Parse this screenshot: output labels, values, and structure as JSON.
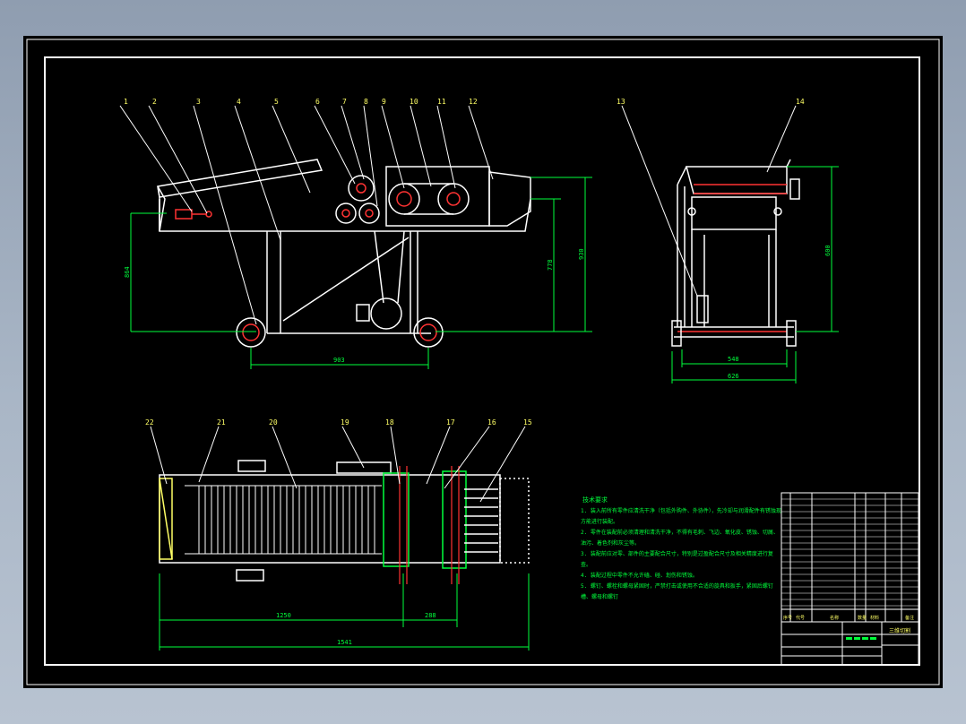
{
  "title_block": {
    "drawing_name": "三维切割",
    "header_row": [
      "序号",
      "代号",
      "名称",
      "数量",
      "材料",
      "备注"
    ]
  },
  "balloons_front": [
    "1",
    "2",
    "3",
    "4",
    "5",
    "6",
    "7",
    "8",
    "9",
    "10",
    "11",
    "12"
  ],
  "balloons_side": [
    "13",
    "14"
  ],
  "balloons_plan": [
    "22",
    "21",
    "20",
    "19",
    "18",
    "17",
    "16",
    "15"
  ],
  "dimensions": {
    "front_height_left": "864",
    "front_height_mid": "778",
    "front_height_right": "930",
    "front_wheelbase": "903",
    "side_height": "600",
    "side_track": "548",
    "side_overall": "626",
    "plan_main": "1250",
    "plan_side": "288",
    "plan_overall": "1541"
  },
  "tech_notes": {
    "heading": "技术要求",
    "lines": [
      "1. 装入前所有零件应清洗干净（包括外购件、外协件），先冷却与润滑配件有锈蚀现",
      "   方能进行装配。",
      "2. 零件在装配前必须清理和清洗干净，不得有毛刺、飞边、氧化皮、锈蚀、切屑、",
      "   油污、着色剂和灰尘等。",
      "3. 装配前应对零、部件的主要配合尺寸，特别是过盈配合尺寸及相关精度进行复",
      "   查。",
      "4. 装配过程中零件不允许磕、碰、划伤和锈蚀。",
      "5. 螺钉、螺栓和螺母紧固时，严禁打击或使用不合适的旋具和扳手，紧固后螺钉",
      "   槽、螺母和螺钉"
    ]
  },
  "colors": {
    "outline": "#ffffff",
    "dimension": "#00ff3c",
    "hatch_red": "#ff3333",
    "balloon_text": "#ffff66",
    "background": "#000000"
  }
}
